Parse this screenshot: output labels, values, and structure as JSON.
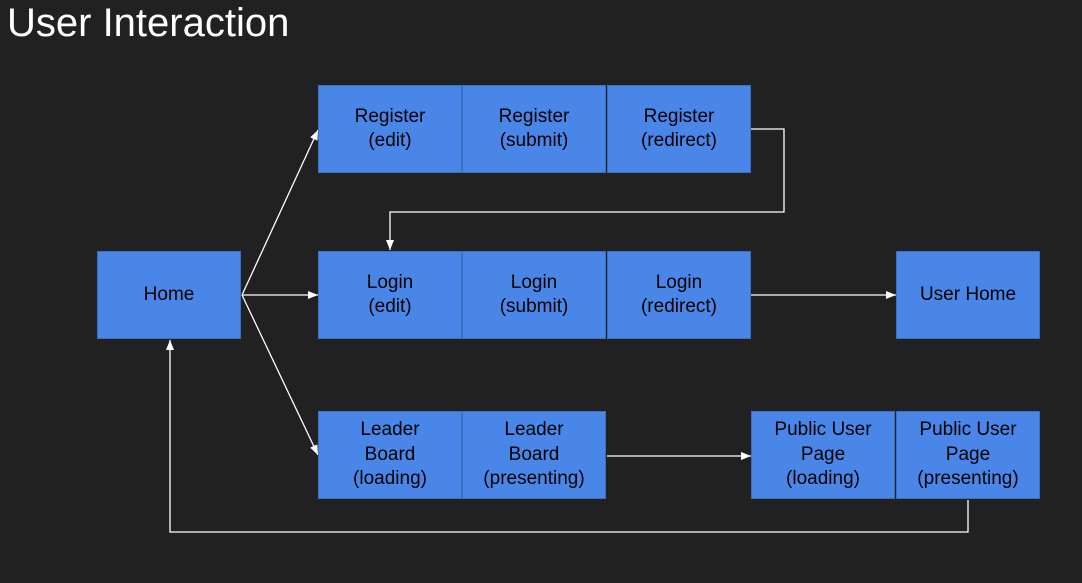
{
  "title": "User Interaction",
  "colors": {
    "background": "#212121",
    "node_fill": "#4a86e8",
    "edge": "#ffffff",
    "title_text": "#ffffff"
  },
  "nodes": {
    "home": "Home",
    "register_edit": "Register\n(edit)",
    "register_submit": "Register\n(submit)",
    "register_redirect": "Register\n(redirect)",
    "login_edit": "Login\n(edit)",
    "login_submit": "Login\n(submit)",
    "login_redirect": "Login\n(redirect)",
    "user_home": "User Home",
    "leaderboard_loading": "Leader\nBoard\n(loading)",
    "leaderboard_presenting": "Leader\nBoard\n(presenting)",
    "public_user_loading": "Public User\nPage\n(loading)",
    "public_user_presenting": "Public User\nPage\n(presenting)"
  },
  "edges": [
    {
      "from": "home",
      "to": "register_edit"
    },
    {
      "from": "home",
      "to": "login_edit"
    },
    {
      "from": "home",
      "to": "leaderboard_loading"
    },
    {
      "from": "register_redirect",
      "to": "login_edit"
    },
    {
      "from": "login_redirect",
      "to": "user_home"
    },
    {
      "from": "leaderboard_presenting",
      "to": "public_user_loading"
    },
    {
      "from": "public_user_presenting",
      "to": "home"
    }
  ]
}
